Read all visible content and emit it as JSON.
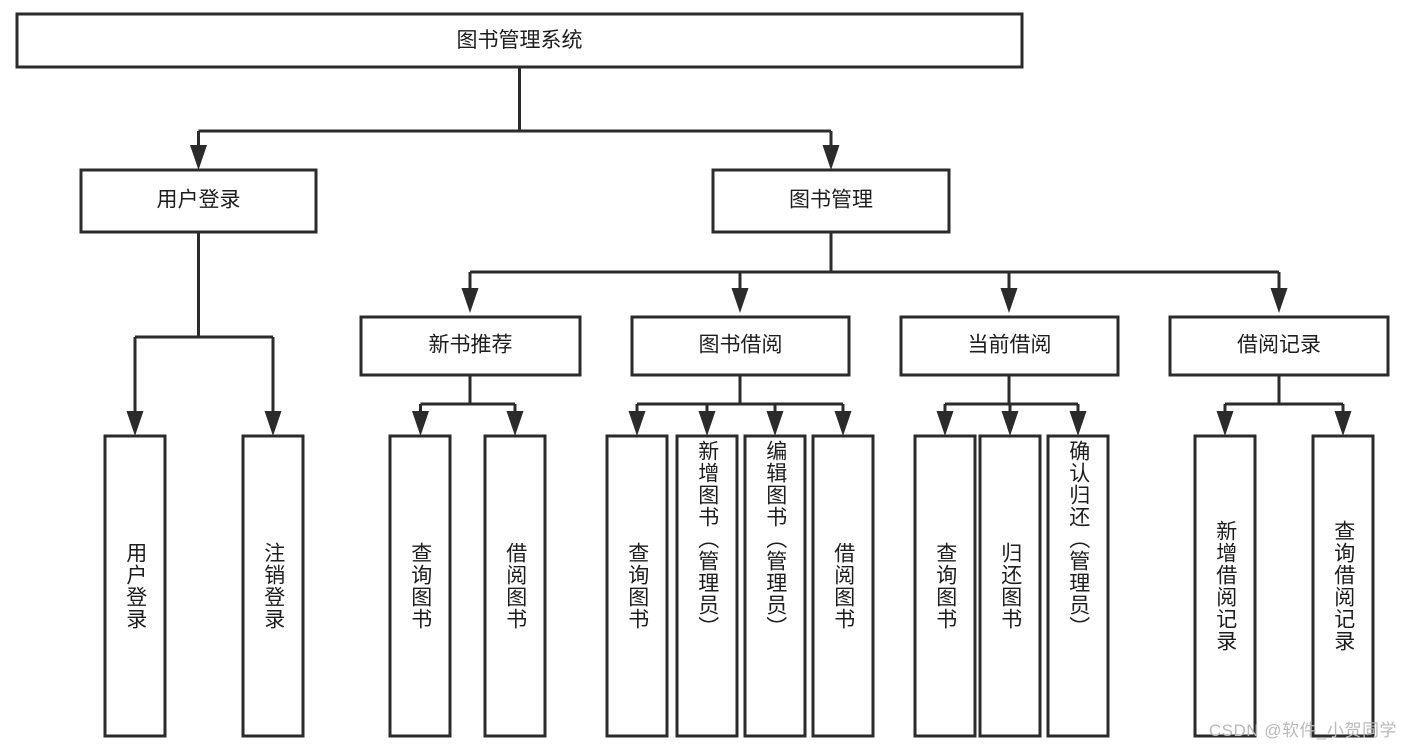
{
  "diagram": {
    "title": "图书管理系统",
    "type": "hierarchy-tree",
    "watermark": "CSDN @软件_小贺同学",
    "colors": {
      "stroke": "#2b2b2b",
      "box_fill": "#ffffff",
      "text": "#1d1d1d",
      "watermark": "#b9b9b9",
      "background": "#ffffff"
    },
    "levels": {
      "root": {
        "label": "图书管理系统"
      },
      "level2": [
        {
          "label": "用户登录"
        },
        {
          "label": "图书管理"
        }
      ],
      "level3": [
        {
          "label": "新书推荐"
        },
        {
          "label": "图书借阅"
        },
        {
          "label": "当前借阅"
        },
        {
          "label": "借阅记录"
        }
      ],
      "leaves": {
        "user_login": [
          {
            "label": "用户登录"
          },
          {
            "label": "注销登录"
          }
        ],
        "new_book_recommend": [
          {
            "label": "查询图书"
          },
          {
            "label": "借阅图书"
          }
        ],
        "book_borrow": [
          {
            "label": "查询图书"
          },
          {
            "label": "新增图书（管理员）"
          },
          {
            "label": "编辑图书（管理员）"
          },
          {
            "label": "借阅图书"
          }
        ],
        "current_borrow": [
          {
            "label": "查询图书"
          },
          {
            "label": "归还图书"
          },
          {
            "label": "确认归还（管理员）"
          }
        ],
        "borrow_record": [
          {
            "label": "新增借阅记录"
          },
          {
            "label": "查询借阅记录"
          }
        ]
      }
    }
  }
}
